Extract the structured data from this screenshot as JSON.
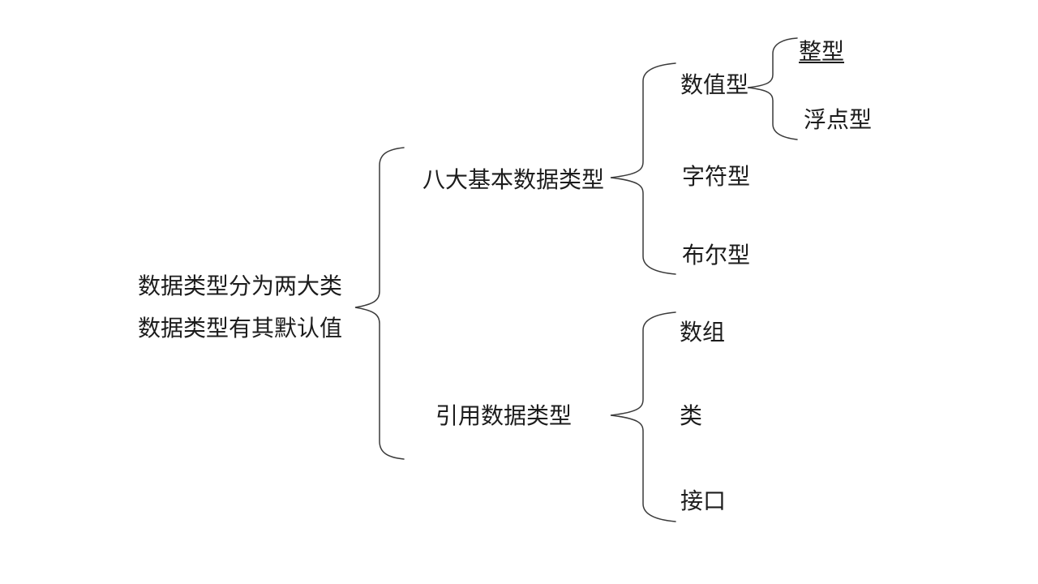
{
  "diagram": {
    "type": "mindmap-tree",
    "root": {
      "line1": "数据类型分为两大类",
      "line2": "数据类型有其默认值"
    },
    "branches": {
      "basic": {
        "label": "八大基本数据类型",
        "children": {
          "numeric": {
            "label": "数值型",
            "children": {
              "integer": {
                "label": "整型",
                "underlined": true
              },
              "float": {
                "label": "浮点型"
              }
            }
          },
          "char": {
            "label": "字符型"
          },
          "boolean": {
            "label": "布尔型"
          }
        }
      },
      "reference": {
        "label": "引用数据类型",
        "children": {
          "array": {
            "label": "数组"
          },
          "class": {
            "label": "类"
          },
          "interface": {
            "label": "接口"
          }
        }
      }
    },
    "colors": {
      "text": "#1c1c1c",
      "line": "#3a3a3a",
      "background": "#ffffff"
    }
  }
}
